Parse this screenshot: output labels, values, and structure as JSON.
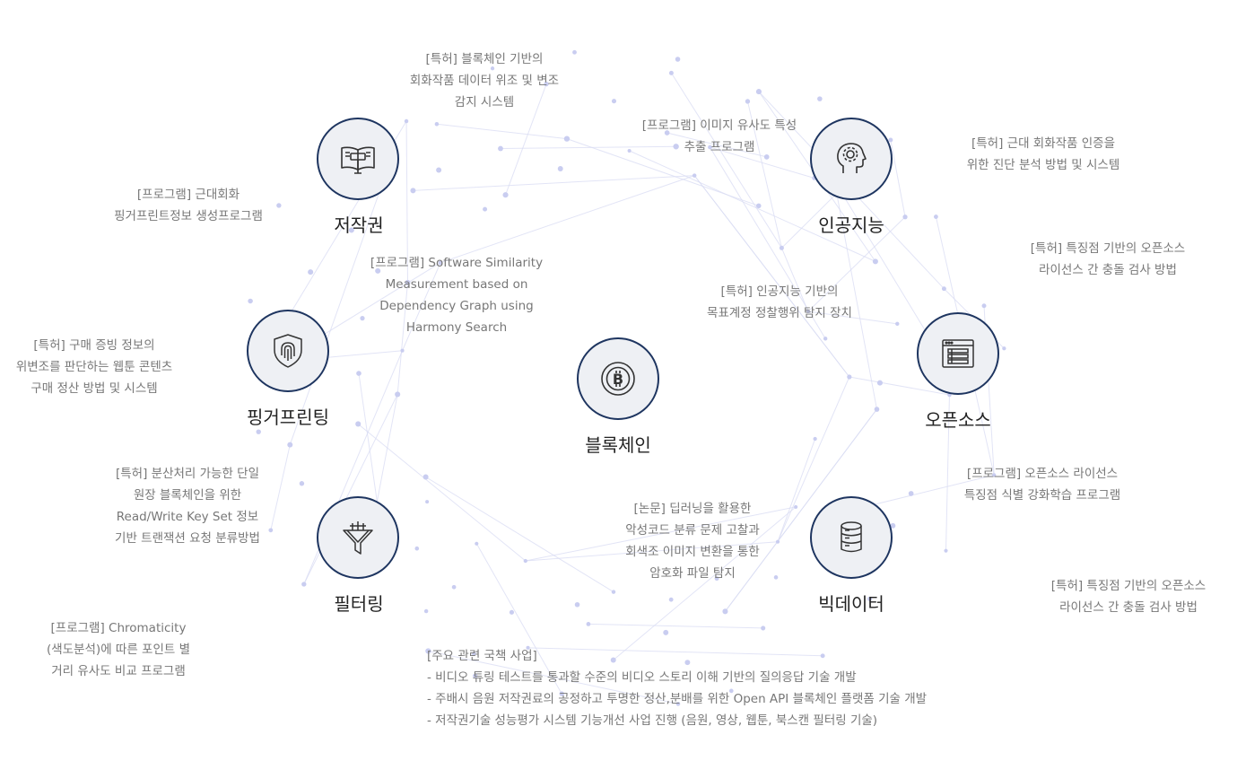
{
  "nodes": {
    "copyright": {
      "label": "저작권",
      "icon": "book-gavel-icon"
    },
    "ai": {
      "label": "인공지능",
      "icon": "head-gear-icon"
    },
    "fingerprint": {
      "label": "핑거프린팅",
      "icon": "fingerprint-shield-icon"
    },
    "blockchain": {
      "label": "블록체인",
      "icon": "bitcoin-icon"
    },
    "opensource": {
      "label": "오픈소스",
      "icon": "window-list-icon"
    },
    "filtering": {
      "label": "필터링",
      "icon": "funnel-icon"
    },
    "bigdata": {
      "label": "빅데이터",
      "icon": "database-icon"
    }
  },
  "annotations": {
    "a1": [
      "[특허] 블록체인 기반의",
      "회화작품 데이터 위조 및 변조",
      "감지 시스템"
    ],
    "a2": [
      "[프로그램] 이미지 유사도 특성",
      "추출 프로그램"
    ],
    "a3": [
      "[특허] 근대 회화작품 인증을",
      "위한 진단 분석 방법 및 시스템"
    ],
    "a4": [
      "[프로그램] 근대회화",
      "핑거프린트정보 생성프로그램"
    ],
    "a5": [
      "[특허] 특징점 기반의 오픈소스",
      "라이선스 간 충돌 검사 방법"
    ],
    "a6": [
      "[프로그램] Software Similarity",
      "Measurement based on",
      "Dependency Graph using",
      "Harmony Search"
    ],
    "a7": [
      "[특허] 인공지능 기반의",
      "목표계정 정찰행위 탐지 장치"
    ],
    "a8": [
      "[특허] 구매 증빙 정보의",
      "위변조를 판단하는 웹툰 콘텐츠",
      "구매 정산 방법 및 시스템"
    ],
    "a9": [
      "[특허] 분산처리 가능한 단일",
      "원장 블록체인을 위한",
      "Read/Write Key Set 정보",
      "기반 트랜잭션 요청 분류방법"
    ],
    "a10": [
      "[프로그램] 오픈소스 라이선스",
      "특징점 식별 강화학습 프로그램"
    ],
    "a11": [
      "[논문] 딥러닝을 활용한",
      "악성코드 분류 문제 고찰과",
      "회색조 이미지 변환을 통한",
      "암호화 파일 탐지"
    ],
    "a12": [
      "[특허] 특징점 기반의 오픈소스",
      "라이선스 간 충돌 검사 방법"
    ],
    "a13": [
      "[프로그램] Chromaticity",
      "(색도분석)에 따른 포인트 별",
      "거리 유사도 비교 프로그램"
    ],
    "a14": [
      "[주요 관련 국책 사업]",
      "- 비디오 튜링 테스트를 통과할 수준의 비디오 스토리 이해 기반의 질의응답 기술 개발",
      "- 주배시 음원 저작권료의 공정하고 투명한 정산,분배를 위한 Open API 블록체인 플랫폼 기술 개발",
      "- 저작권기술 성능평가 시스템 기능개선 사업 진행 (음원, 영상, 웹툰, 북스캔 필터링 기술)"
    ]
  },
  "colors": {
    "node_border": "#1e3560",
    "node_fill": "#eef0f4",
    "network_line": "#d9dcf3",
    "network_dot": "#c9cdf0",
    "text": "#777777"
  }
}
